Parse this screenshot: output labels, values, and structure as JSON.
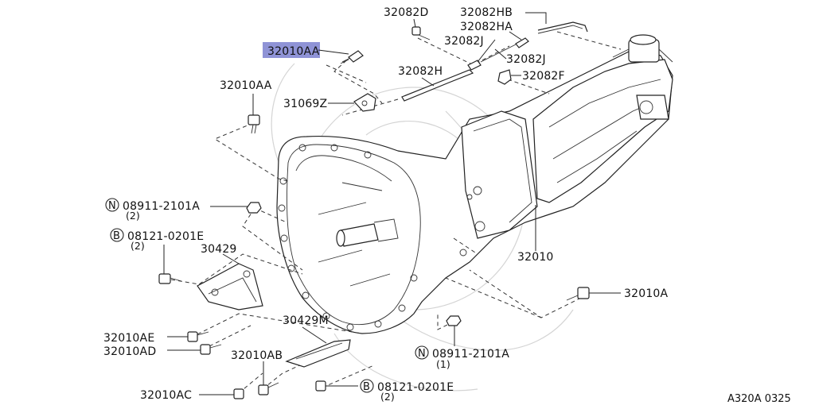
{
  "labels": {
    "p32082D": "32082D",
    "p32082HB": "32082HB",
    "p32082HA": "32082HA",
    "p32082J_top": "32082J",
    "p32082J_right": "32082J",
    "p32082F": "32082F",
    "p32082H": "32082H",
    "p32010AA_top": "32010AA",
    "p32010AA_left": "32010AA",
    "p31069Z": "31069Z",
    "p08911_left": "08911-2101A",
    "p08911_left_qty": "(2)",
    "p08121_left": "08121-0201E",
    "p08121_left_qty": "(2)",
    "p30429": "30429",
    "p32010": "32010",
    "p32010A": "32010A",
    "p30429M": "30429M",
    "p32010AE": "32010AE",
    "p32010AD": "32010AD",
    "p32010AB": "32010AB",
    "p32010AC": "32010AC",
    "p08911_bottom": "08911-2101A",
    "p08911_bottom_qty": "(1)",
    "p08121_bottom": "08121-0201E",
    "p08121_bottom_qty": "(2)",
    "n_circle_left": "N",
    "b_circle_left": "B",
    "n_circle_bottom": "N",
    "b_circle_bottom": "B"
  },
  "diagram_code": "A320A 0325",
  "highlight": {
    "part": "32010AA",
    "color": "#8f93d6"
  }
}
